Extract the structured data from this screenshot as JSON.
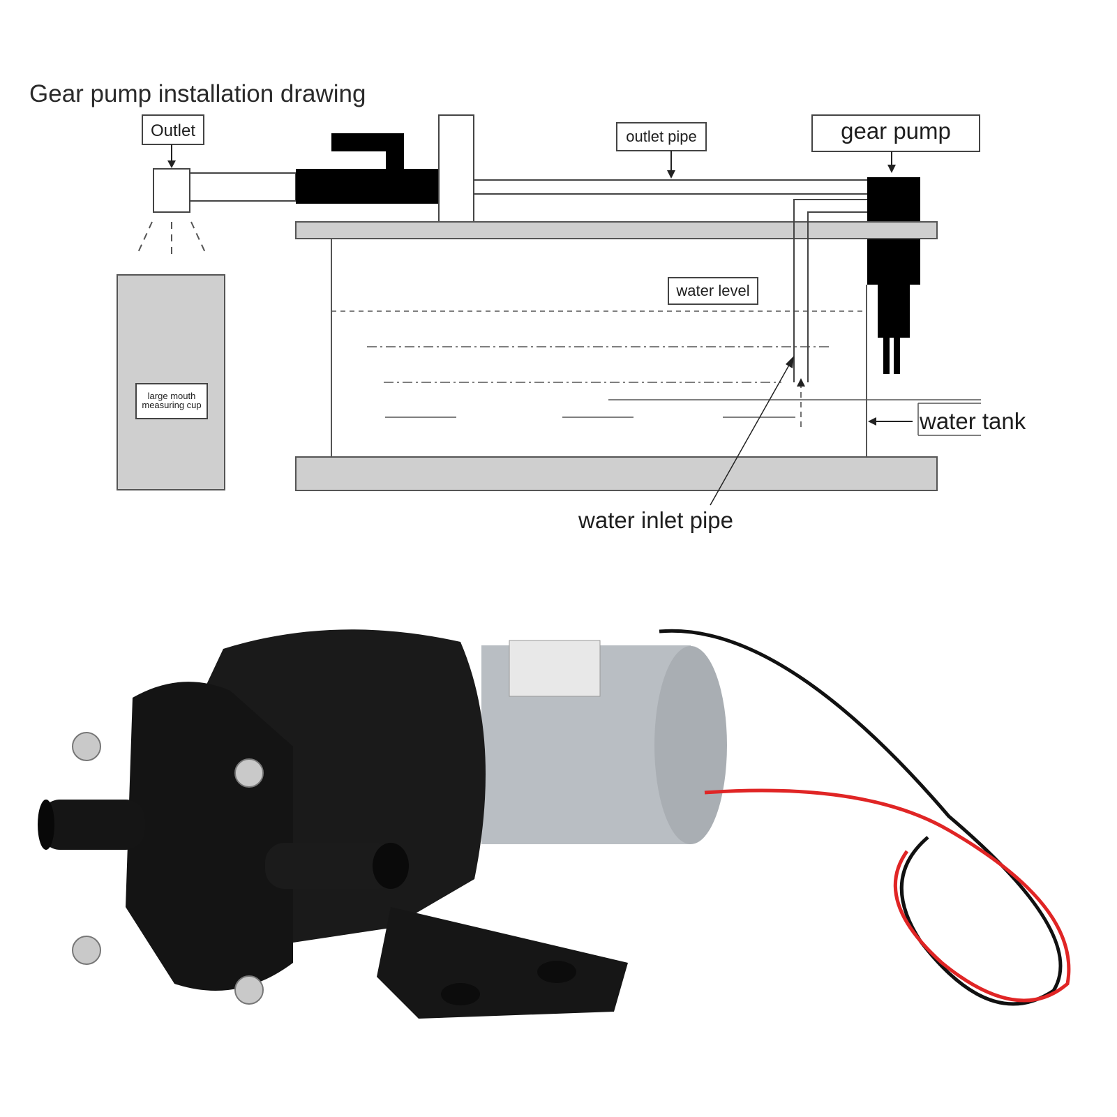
{
  "title": "Gear pump installation drawing",
  "labels": {
    "outlet": "Outlet",
    "outlet_pipe": "outlet pipe",
    "gear_pump": "gear pump",
    "water_level": "water level",
    "water_tank": "water tank",
    "water_inlet_pipe": "water inlet pipe",
    "cup_line1": "large mouth",
    "cup_line2": "measuring cup"
  },
  "colors": {
    "tank_gray": "#cfcfcf",
    "outline": "#555555",
    "black": "#000000",
    "pump_black": "#121212",
    "motor_silver": "#b9bec3",
    "wire_red": "#e02525"
  },
  "product_photo": {
    "subject": "DC gear pump with motor and red/black power leads"
  }
}
